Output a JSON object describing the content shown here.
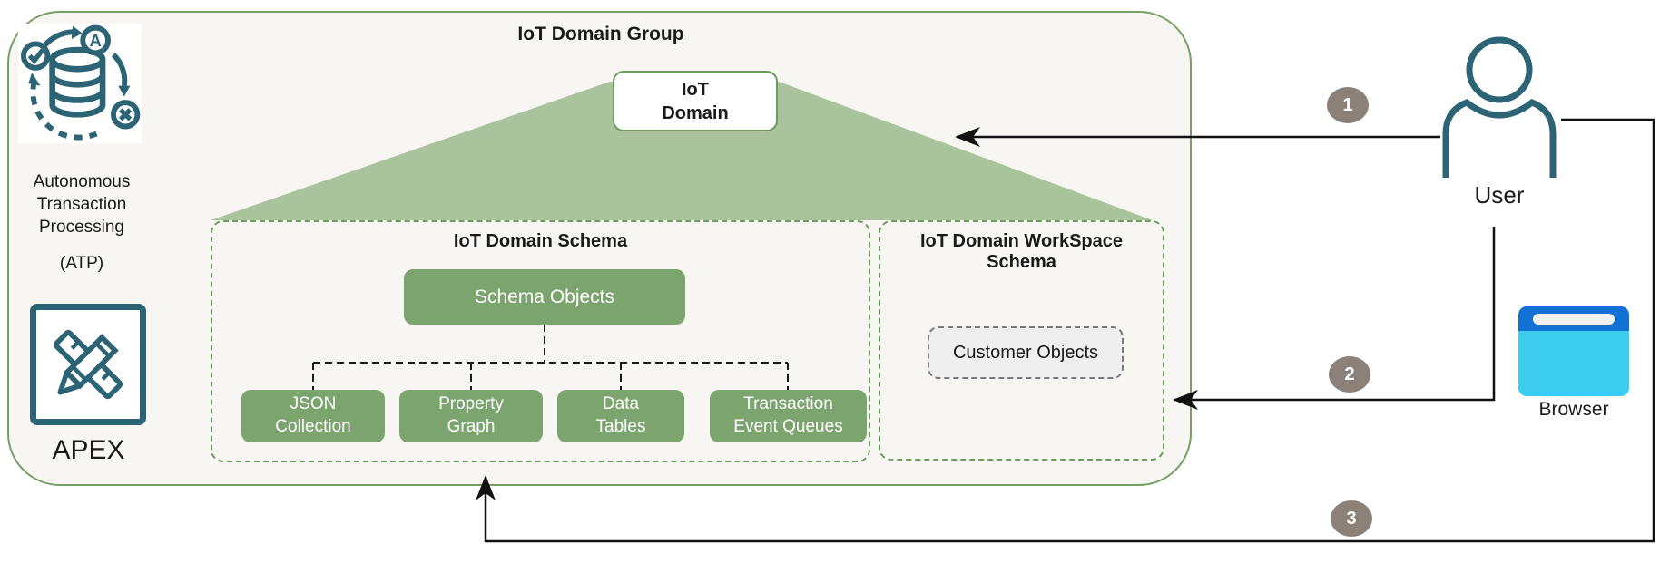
{
  "colors": {
    "container_border": "#76a065",
    "container_bg": "#f7f6f2",
    "triangle": "#a9c39d",
    "box_green": "#7ca46e",
    "dashed_green": "#6b9e5e",
    "teal": "#2d6475",
    "badge": "#8b8178",
    "browser_top": "#1272d4",
    "browser_body": "#3ccdf0"
  },
  "group": {
    "title": "IoT Domain Group"
  },
  "domain_box": {
    "label": "IoT Domain"
  },
  "left_panel": {
    "atp_icon": "autonomous-database-icon",
    "atp_label": "Autonomous Transaction Processing",
    "atp_abbr": "(ATP)",
    "apex_icon": "pencil-ruler-icon",
    "apex_label": "APEX"
  },
  "schema": {
    "title": "IoT Domain Schema",
    "parent_box": "Schema Objects",
    "children": [
      "JSON Collection",
      "Property Graph",
      "Data Tables",
      "Transaction Event Queues"
    ]
  },
  "workspace": {
    "title": "IoT Domain WorkSpace Schema",
    "customer_box": "Customer Objects"
  },
  "actors": {
    "user_label": "User",
    "browser_label": "Browser"
  },
  "steps": {
    "step1": "1",
    "step2": "2",
    "step3": "3"
  }
}
